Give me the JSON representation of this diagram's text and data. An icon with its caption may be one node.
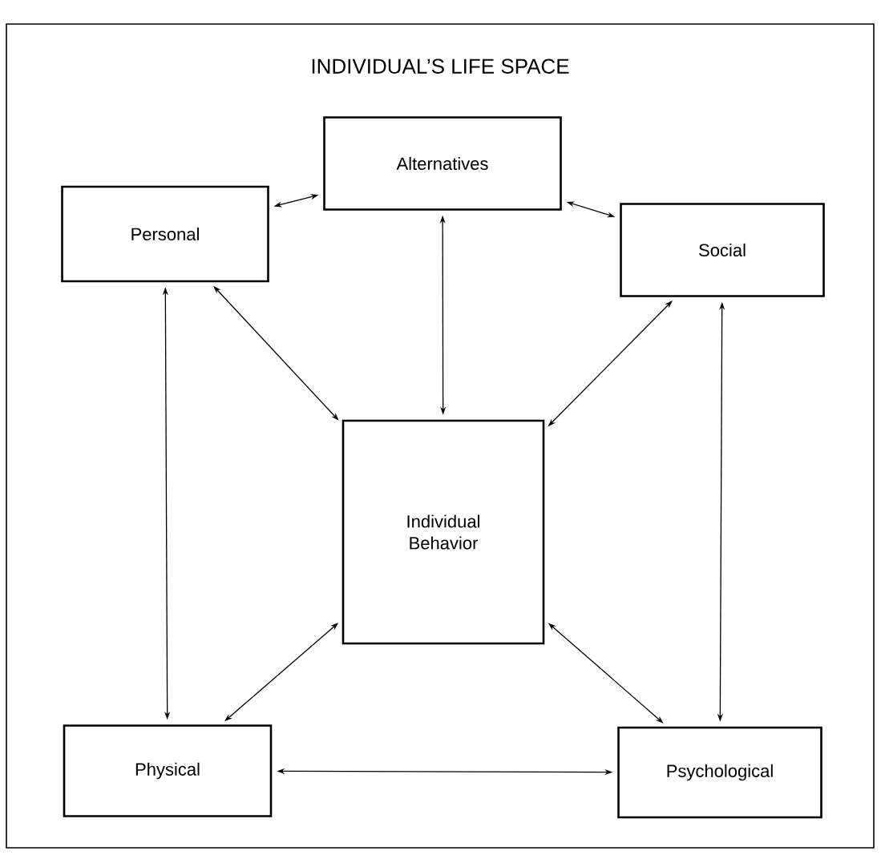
{
  "diagram": {
    "nodes": [
      {
        "text": [
          "INDIVIDUAL’S LIFE SPACE"
        ]
      },
      {
        "text": [
          "Alternatives"
        ],
        "in": 0
      },
      {
        "text": [
          "Personal"
        ],
        "in": 0
      },
      {
        "text": [
          "Social"
        ],
        "in": 0
      },
      {
        "text": [
          "Individual Behavior"
        ],
        "in": 0
      },
      {
        "text": [
          "Physical"
        ],
        "in": 0
      },
      {
        "text": [
          "Psychological"
        ],
        "in": 0
      }
    ],
    "edges": [
      {
        "from": 2,
        "to": 1,
        "arrow": "both"
      },
      {
        "from": 1,
        "to": 3,
        "arrow": "both"
      },
      {
        "from": 2,
        "to": 4,
        "arrow": "both"
      },
      {
        "from": 1,
        "to": 4,
        "arrow": "both"
      },
      {
        "from": 3,
        "to": 4,
        "arrow": "both"
      },
      {
        "from": 2,
        "to": 5,
        "arrow": "both"
      },
      {
        "from": 3,
        "to": 6,
        "arrow": "both"
      },
      {
        "from": 4,
        "to": 5,
        "arrow": "both"
      },
      {
        "from": 4,
        "to": 6,
        "arrow": "both"
      },
      {
        "from": 5,
        "to": 6,
        "arrow": "both"
      }
    ]
  }
}
